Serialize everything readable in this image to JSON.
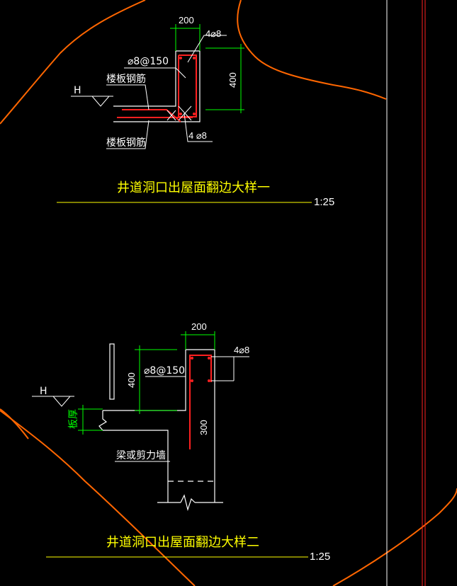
{
  "colors": {
    "background": "#000000",
    "line": "#ffffff",
    "rebar": "#ff2020",
    "dimension": "#00ff00",
    "title_text": "#ffff00",
    "underline": "#ffff00",
    "boundary": "#ff6600",
    "border_red": "#ff2020",
    "green_text": "#00ff00"
  },
  "detail1": {
    "dim_width": "200",
    "dim_height": "400",
    "rebar_top": "4⌀8",
    "rebar_bottom": "4 ⌀8",
    "stirrup": "⌀8@150",
    "slab_rebar_top": "楼板钢筋",
    "slab_rebar_bottom": "楼板钢筋",
    "level": "H",
    "title": "井道洞口出屋面翻边大样一",
    "scale": "1:25"
  },
  "detail2": {
    "dim_width": "200",
    "dim_height": "400",
    "rebar_top": "4⌀8",
    "stirrup": "⌀8@150",
    "anchor": "300",
    "slab_thickness": "板厚",
    "beam_or_wall": "梁或剪力墙",
    "level": "H",
    "title": "井道洞口出屋面翻边大样二",
    "scale": "1:25"
  }
}
